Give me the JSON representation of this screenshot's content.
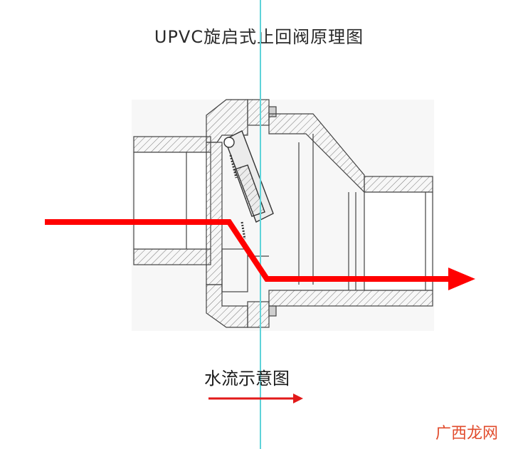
{
  "title": "UPVC旋启式止回阀原理图",
  "legend": {
    "label": "水流示意图"
  },
  "watermark": "广西龙网",
  "colors": {
    "flow": "#ff0000",
    "guide_line": "#5fd3d9",
    "outline": "#444444",
    "hatch": "#777777"
  }
}
